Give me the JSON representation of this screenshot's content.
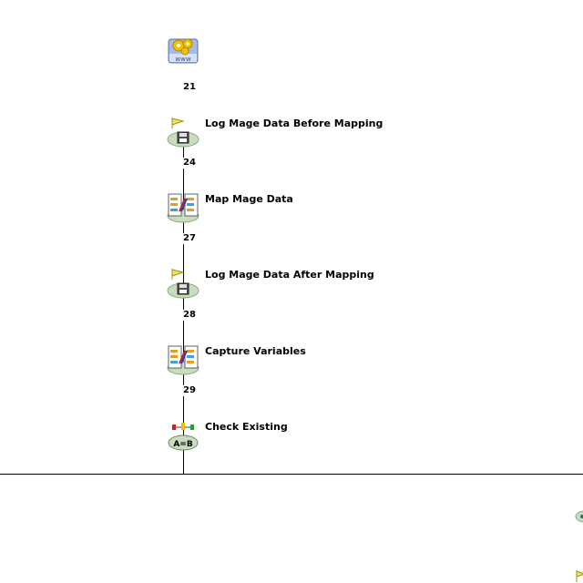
{
  "workflow": {
    "nodes": [
      {
        "id": "21",
        "label": "",
        "icon": "web-service-gear-icon"
      },
      {
        "id": "24",
        "label": "Log Mage Data Before Mapping",
        "icon": "log-flag-disk-icon"
      },
      {
        "id": "27",
        "label": "Map Mage Data",
        "icon": "data-mapping-icon"
      },
      {
        "id": "28",
        "label": "Log Mage Data After Mapping",
        "icon": "log-flag-disk-icon"
      },
      {
        "id": "29",
        "label": "Capture Variables",
        "icon": "data-mapping-icon"
      },
      {
        "id": "",
        "label": "Check Existing",
        "icon": "compare-a-equals-b-icon"
      }
    ]
  },
  "colors": {
    "line": "#000000",
    "ellipse": "#c8dcc0",
    "gear": "#f2c200",
    "flag": "#f0e060"
  }
}
